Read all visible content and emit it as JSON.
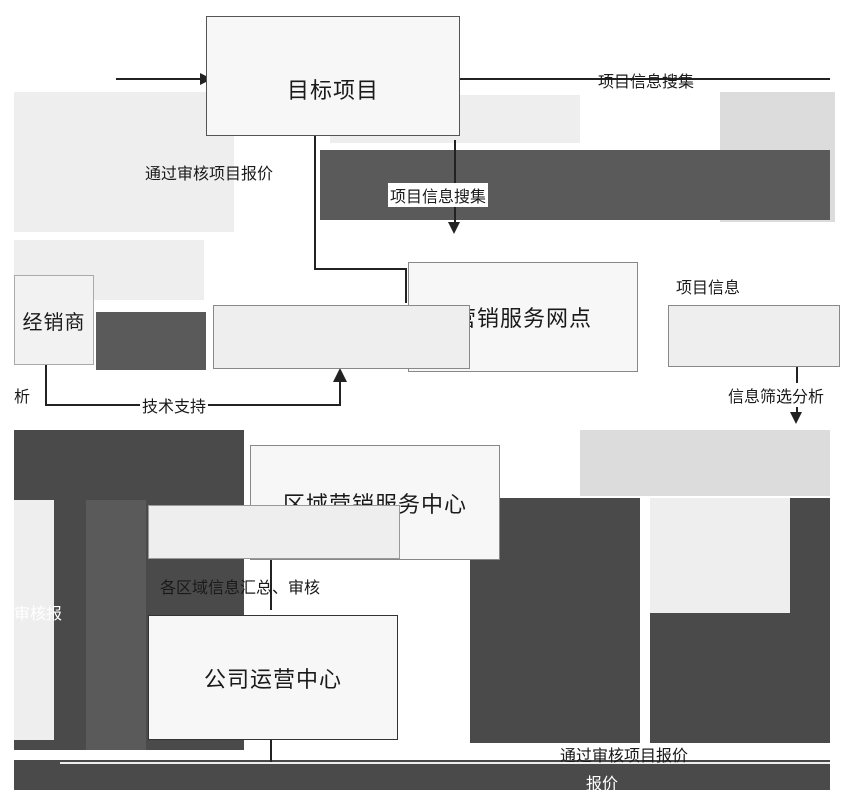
{
  "nodes": {
    "target_project": "目标项目",
    "dealer": "经销商",
    "service_outlet": "营销服务网点",
    "regional_center": "区域营销服务中心",
    "company_center": "公司运营中心"
  },
  "edges": {
    "approved_quote": "通过审核项目报价",
    "info_collect_top": "项目信息搜集",
    "info_collect_mid": "项目信息搜集",
    "project_info": "项目信息",
    "tech_support": "技术支持",
    "info_filter": "信息筛选分析",
    "analysis_left": "析",
    "region_summary": "各区域信息汇总、审核",
    "review_left": "审核报",
    "bottom_review": "通过审核项目报价",
    "bottom_submit": "报价"
  }
}
